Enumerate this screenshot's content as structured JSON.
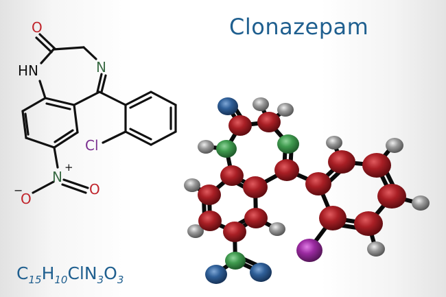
{
  "title": "Clonazepam",
  "formula": {
    "parts": [
      {
        "el": "C",
        "n": "15"
      },
      {
        "el": "H",
        "n": "10"
      },
      {
        "el": "ClN",
        "n": "3"
      },
      {
        "el": "O",
        "n": "3"
      }
    ]
  },
  "structure_2d": {
    "labels": {
      "carbonyl_o": "O",
      "amine": "HN",
      "imine": "N",
      "chlorine": "Cl",
      "nitro_n": "N",
      "nitro_charge_plus": "+",
      "nitro_o_right": "O",
      "nitro_o_left": "O",
      "nitro_charge_minus": "−"
    }
  },
  "colors": {
    "title": "#1f5f8f",
    "oxygen_label": "#c0242b",
    "nitrogen_label": "#3a6b45",
    "chlorine_label": "#7a2f8f",
    "bond": "#111111",
    "atom_carbon": "#a11f24",
    "atom_nitrogen": "#3f9a4e",
    "atom_oxygen": "#2f5f98",
    "atom_hydrogen": "#9a9a9a",
    "atom_chlorine": "#9a2aa0"
  }
}
